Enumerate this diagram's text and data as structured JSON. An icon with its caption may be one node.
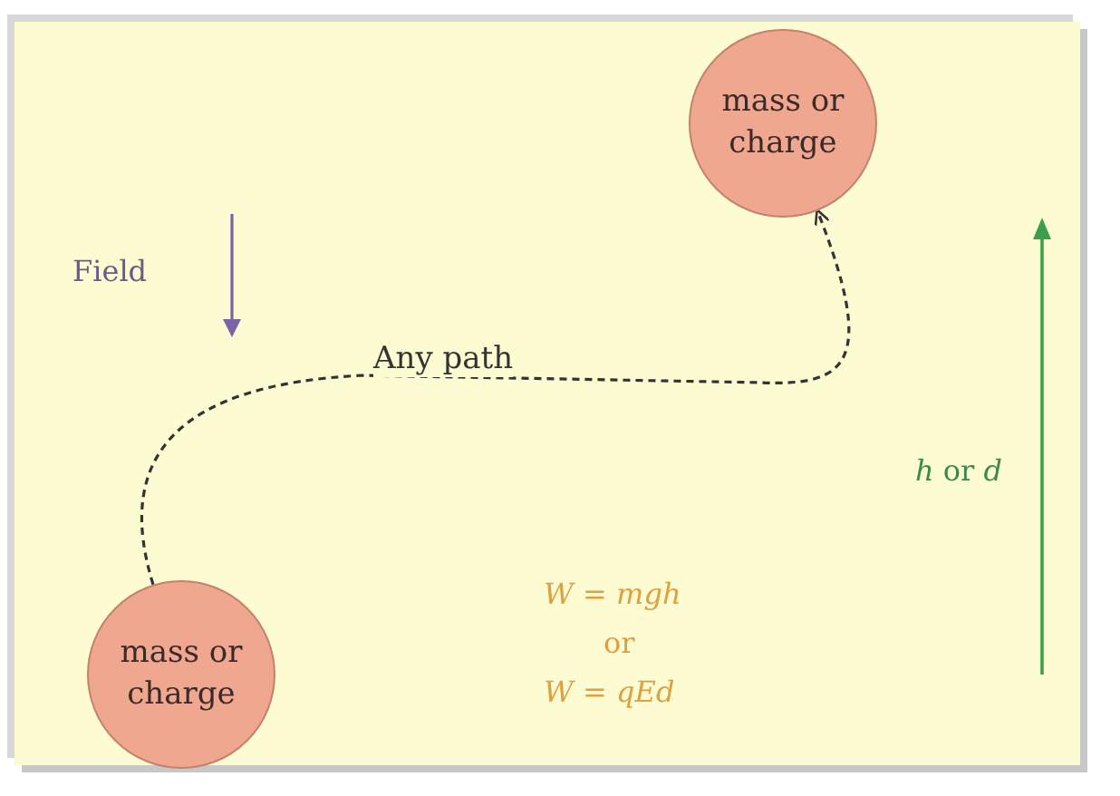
{
  "diagram": {
    "nodes": [
      {
        "text": [
          "mass or charge"
        ]
      },
      {
        "text": [
          "mass or charge"
        ]
      }
    ],
    "edges": [
      {
        "from": 1,
        "to": 0,
        "arrow": "to",
        "style": "dashed",
        "label": "Any path"
      }
    ],
    "labels": [
      "Field",
      "*h* or *d*",
      "*W* = *mgh*",
      "or",
      "*W* = *qEd*"
    ]
  }
}
